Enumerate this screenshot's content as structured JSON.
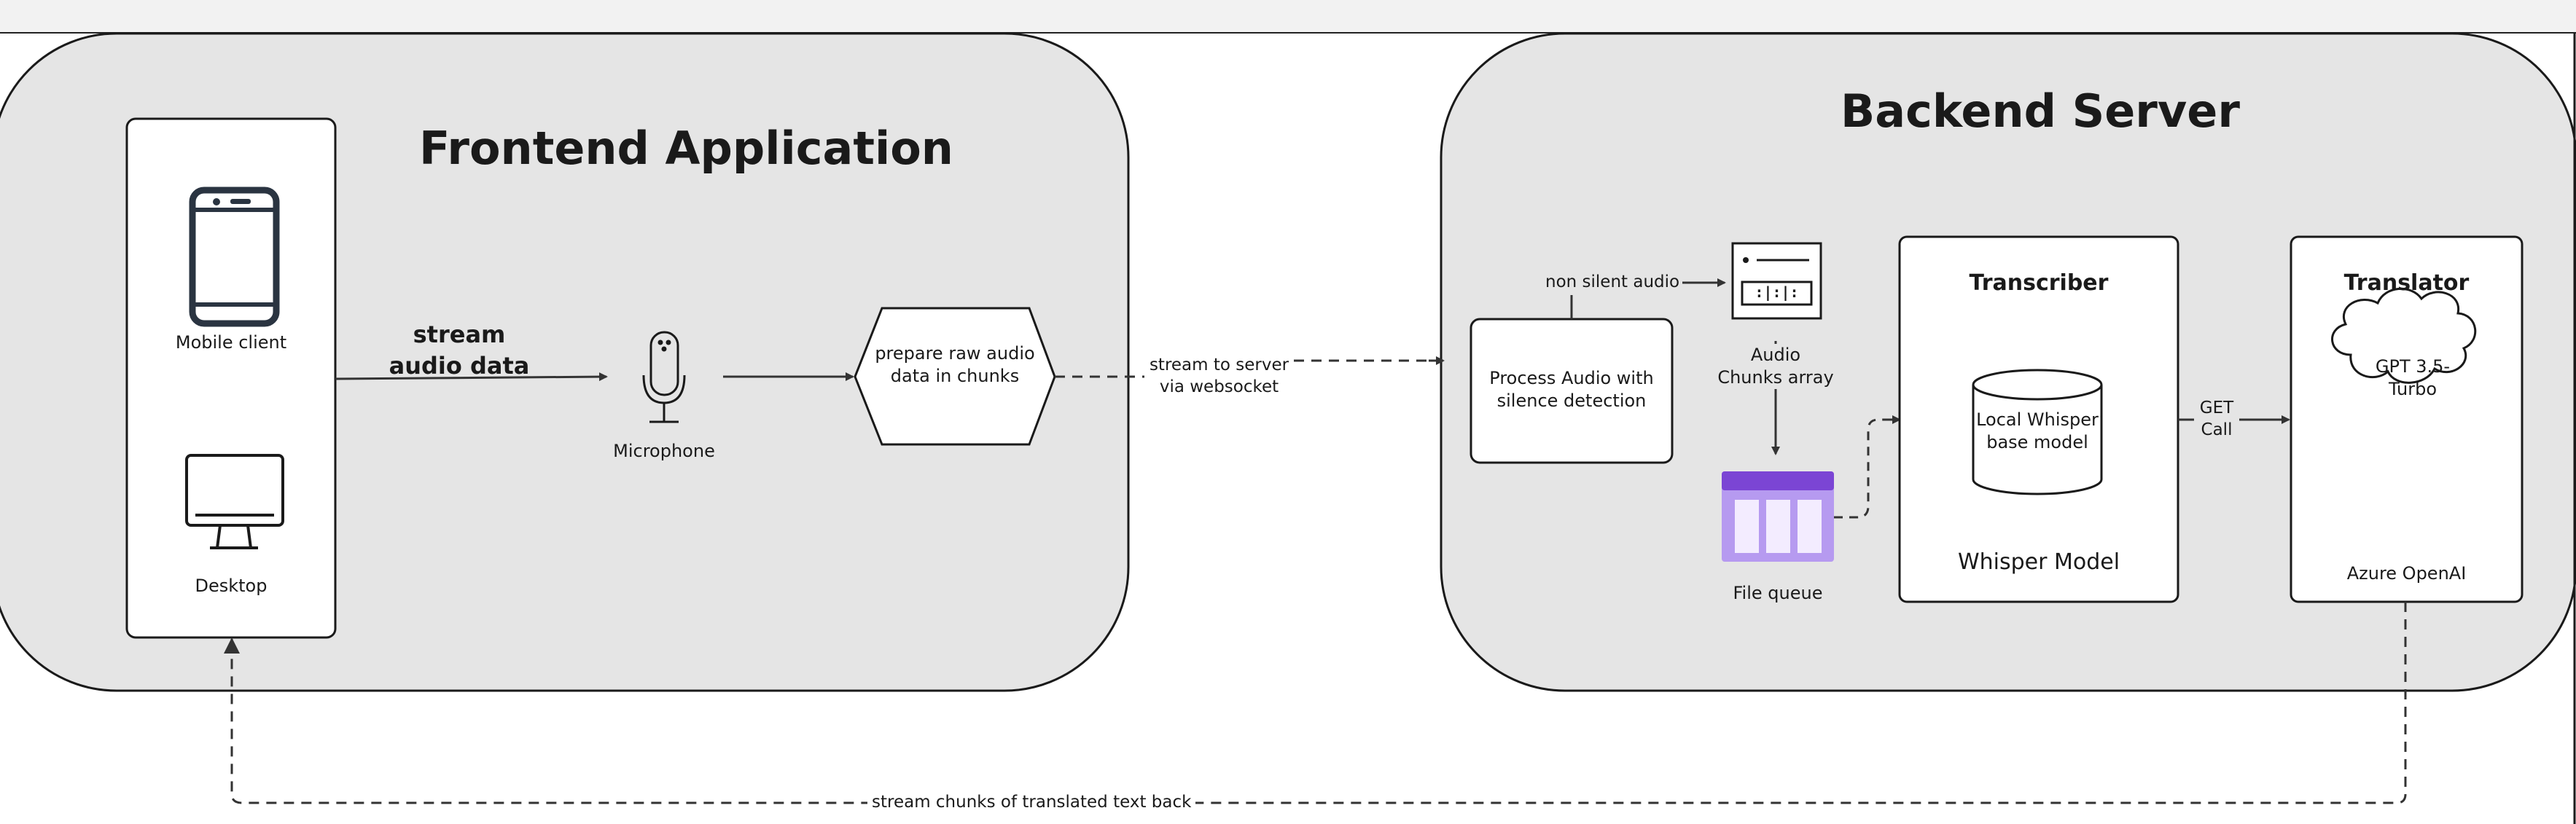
{
  "frontend": {
    "title": "Frontend Application",
    "mobile_label": "Mobile client",
    "desktop_label": "Desktop",
    "stream_label_1": "stream",
    "stream_label_2": "audio data",
    "microphone_label": "Microphone",
    "prepare_label_1": "prepare raw audio",
    "prepare_label_2": "data in chunks"
  },
  "connector": {
    "stream_server_1": "stream to server",
    "stream_server_2": "via websocket",
    "return_label": "stream chunks of translated text back"
  },
  "backend": {
    "title": "Backend Server",
    "process_label_1": "Process Audio with",
    "process_label_2": "silence detection",
    "non_silent_label": "non silent audio",
    "chunks_label_1": "Audio",
    "chunks_label_2": "Chunks array",
    "chunks_icon_text": ":|:|:",
    "file_queue_label": "File queue",
    "transcriber": {
      "title": "Transcriber",
      "model_label_1": "Local Whisper",
      "model_label_2": "base model",
      "footer": "Whisper Model"
    },
    "get_call_1": "GET",
    "get_call_2": "Call",
    "translator": {
      "title": "Translator",
      "cloud_label_1": "GPT 3.5-",
      "cloud_label_2": "Turbo",
      "footer": "Azure OpenAI"
    }
  },
  "colors": {
    "container_fill": "#e5e5e5",
    "stroke": "#1a1a1a",
    "queue_dark": "#7b45d4",
    "queue_light": "#b69af0",
    "device_icon": "#2a3441"
  }
}
